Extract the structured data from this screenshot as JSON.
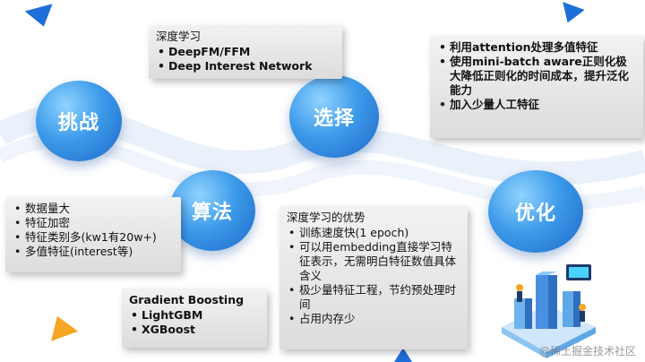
{
  "nodes": {
    "challenge": "挑战",
    "algorithm": "算法",
    "choice": "选择",
    "optimize": "优化"
  },
  "deep_learning_box": {
    "title": "深度学习",
    "items": [
      "DeepFM/FFM",
      "Deep Interest Network"
    ]
  },
  "optimize_box": {
    "items": [
      "利用attention处理多值特征",
      "使用mini-batch aware正则化极大降低正则化的时间成本，提升泛化能力",
      "加入少量人工特征"
    ]
  },
  "challenge_box": {
    "items": [
      "数据量大",
      "特征加密",
      "特征类别多(kw1有20w+)",
      "多值特征(interest等)"
    ]
  },
  "advantage_box": {
    "title": "深度学习的优势",
    "items": [
      "训练速度快(1 epoch)",
      "可以用embedding直接学习特征表示，无需明白特征数值具体含义",
      "极少量特征工程，节约预处理时间",
      "占用内存少"
    ]
  },
  "gbdt_box": {
    "title": "Gradient Boosting",
    "items": [
      "LightGBM",
      "XGBoost"
    ]
  },
  "watermark": "@稀土掘金技术社区",
  "colors": {
    "node_blue": "#2f7fd8",
    "triangle_blue": "#1e6fd9",
    "triangle_orange": "#f5a623"
  }
}
